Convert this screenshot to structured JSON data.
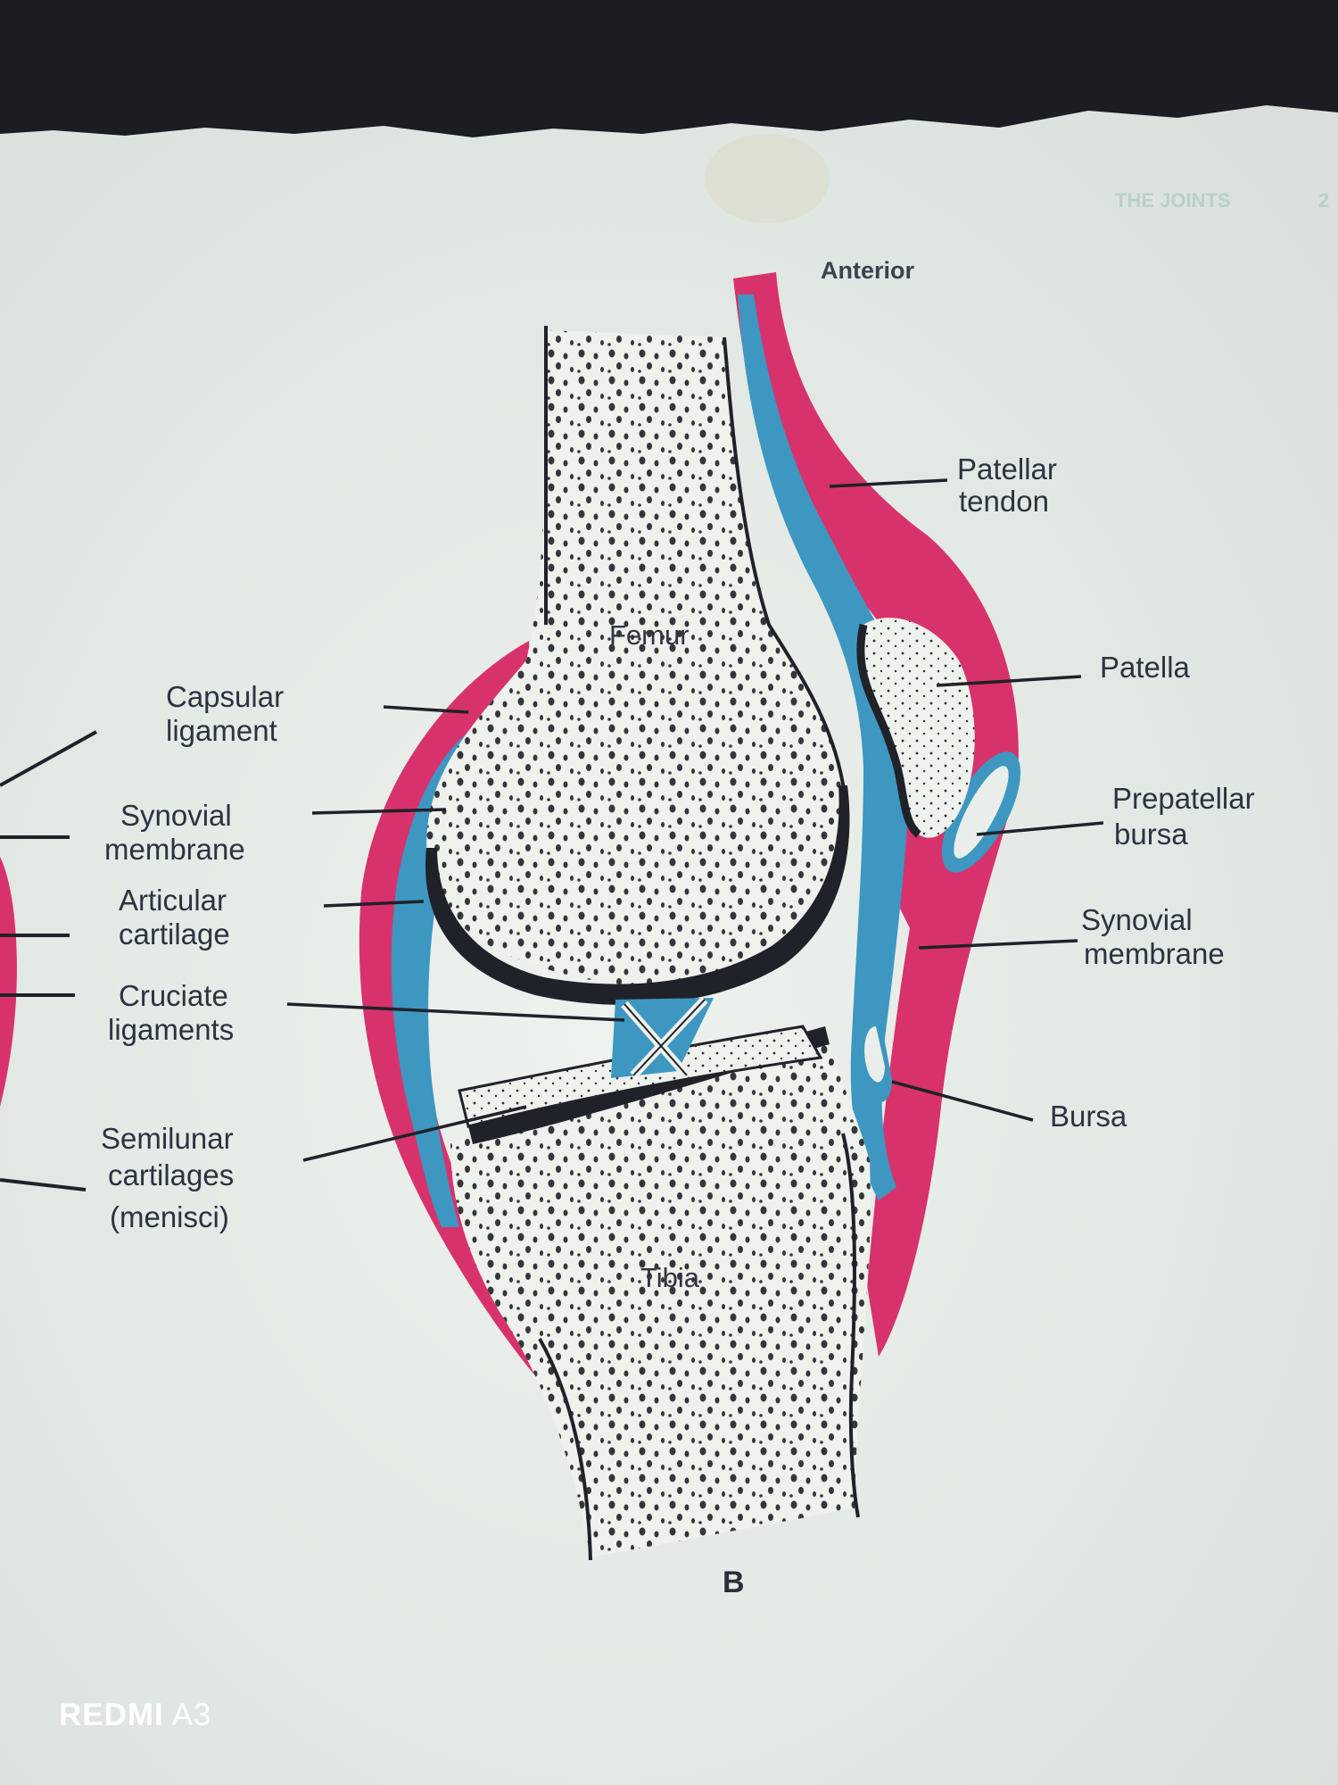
{
  "header_fragment": "THE JOINTS",
  "page_number_fragment": "2",
  "orientation_label": "Anterior",
  "figure_letter": "B",
  "bones": {
    "femur": "Femur",
    "tibia": "Tibia"
  },
  "left_labels": {
    "capsular_ligament": [
      "Capsular",
      "ligament"
    ],
    "synovial_membrane": [
      "Synovial",
      "membrane"
    ],
    "articular_cartilage": [
      "Articular",
      "cartilage"
    ],
    "cruciate_ligaments": [
      "Cruciate",
      "ligaments"
    ],
    "semilunar_cartilages": [
      "Semilunar",
      "cartilages",
      "(menisci)"
    ]
  },
  "right_labels": {
    "patellar_tendon": [
      "Patellar",
      "tendon"
    ],
    "patella": [
      "Patella"
    ],
    "prepatellar_bursa": [
      "Prepatellar",
      "bursa"
    ],
    "synovial_membrane": [
      "Synovial",
      "membrane"
    ],
    "bursa": [
      "Bursa"
    ]
  },
  "watermark": {
    "brand": "REDMI",
    "model": "A3"
  },
  "colors": {
    "capsule": "#d8326c",
    "synovium": "#3d97c1",
    "bone_fill": "#eef1ec",
    "paper": "#e9eeea",
    "ink": "#1f2228"
  }
}
